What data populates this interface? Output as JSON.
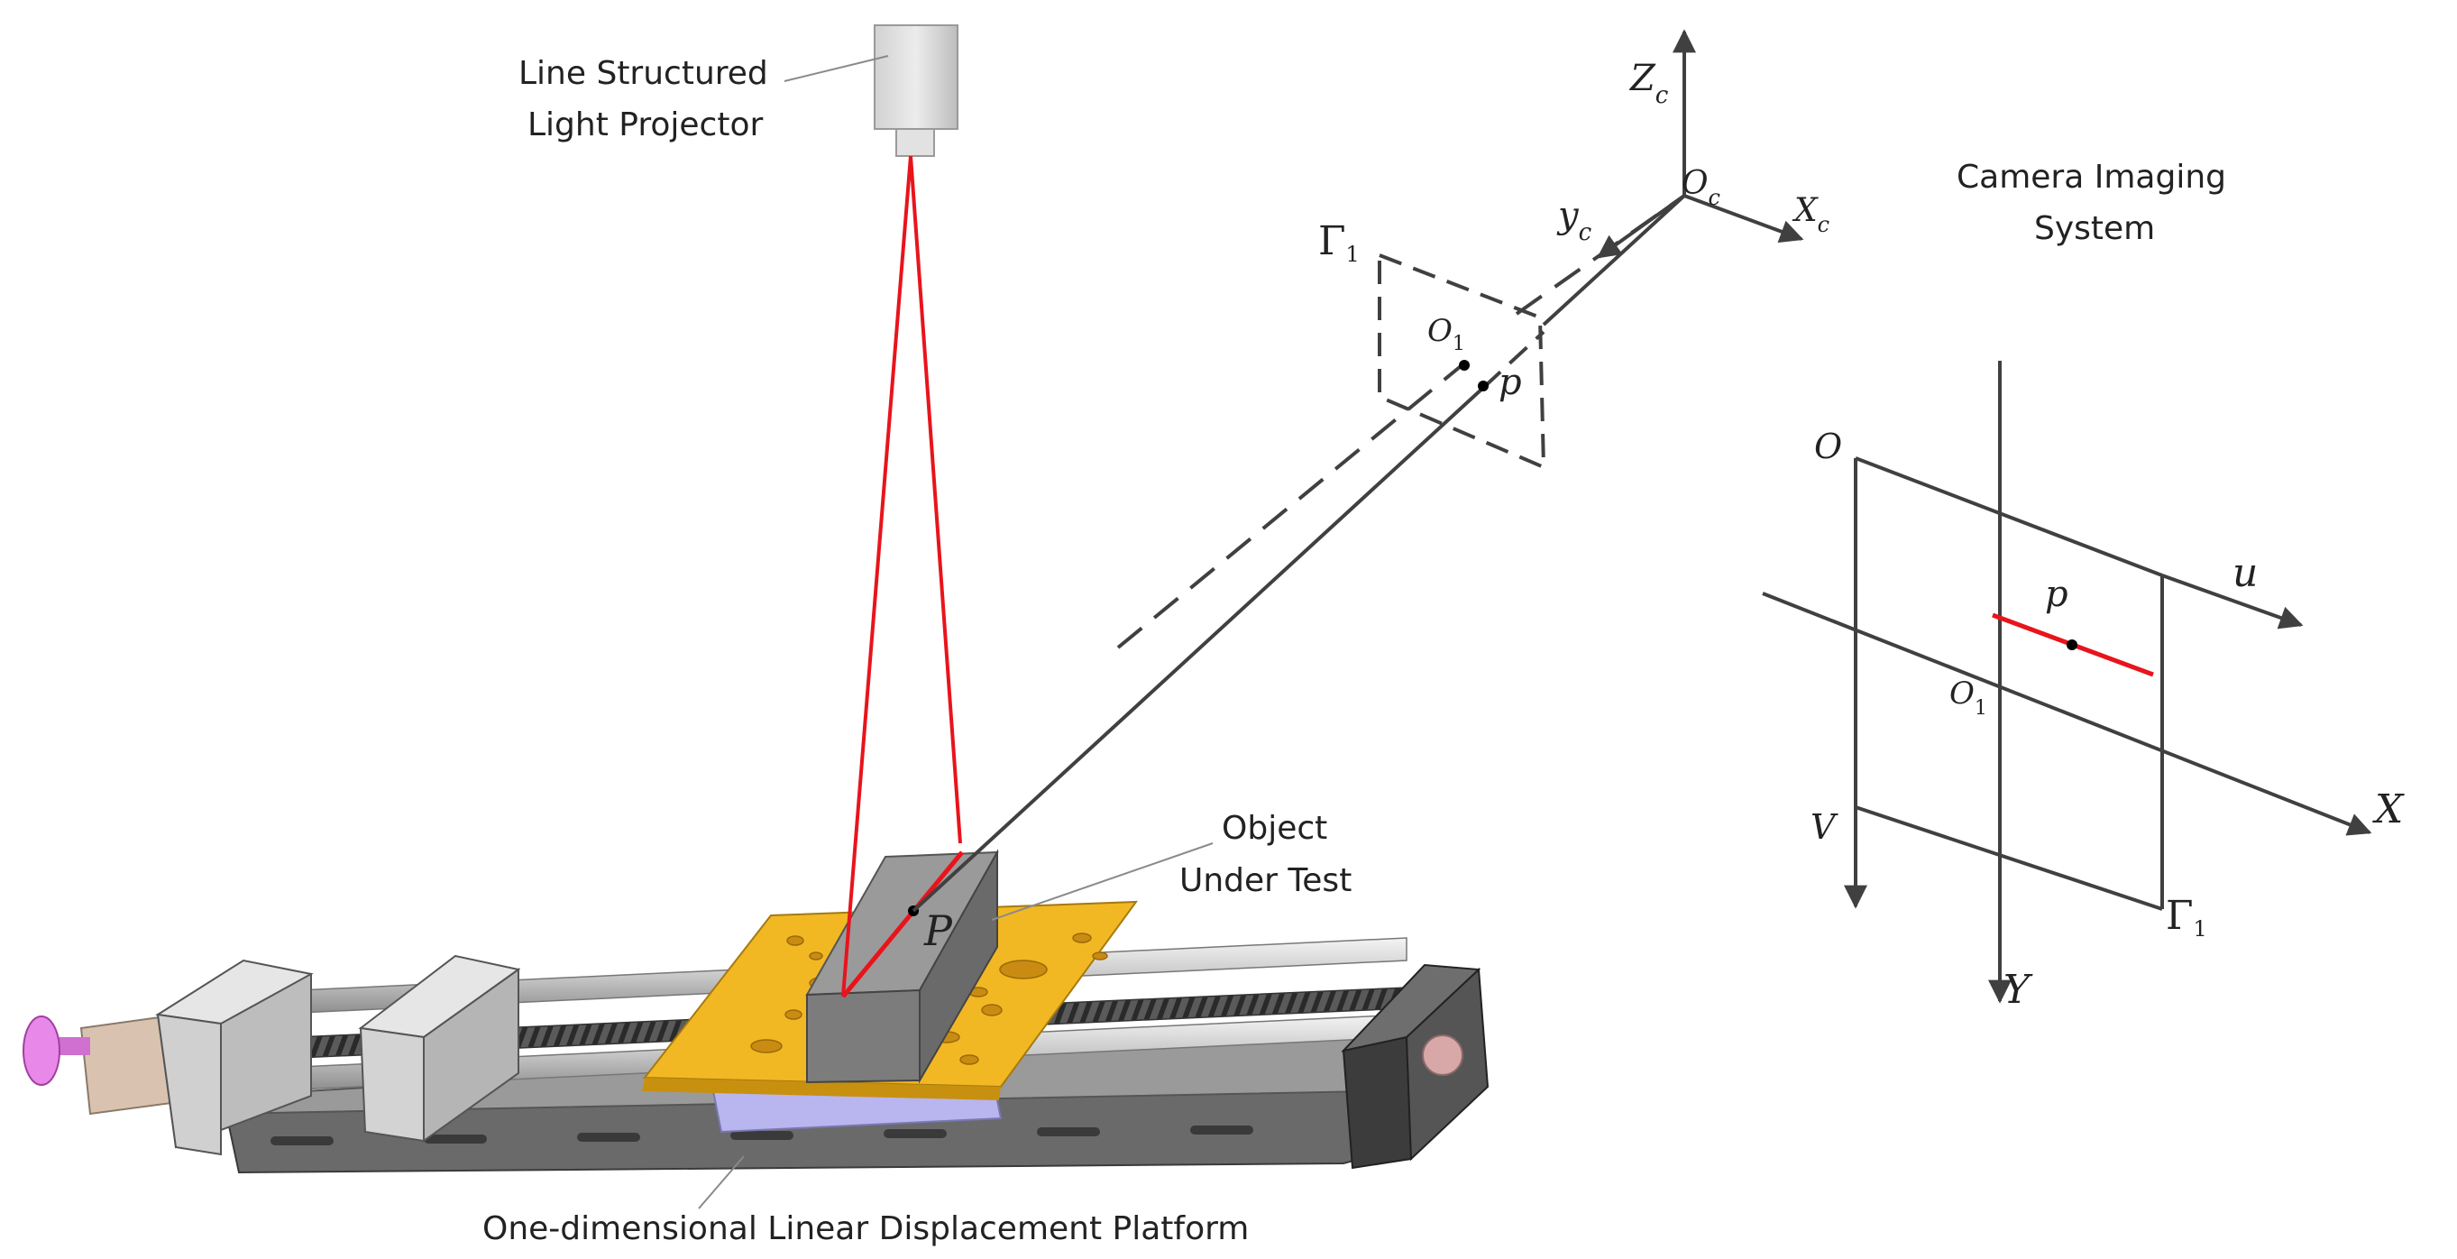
{
  "labels": {
    "projector_line1": "Line Structured",
    "projector_line2": "Light Projector",
    "object_line1": "Object",
    "object_line2": "Under Test",
    "platform": "One-dimensional Linear Displacement Platform",
    "camera_line1": "Camera Imaging",
    "camera_line2": "System"
  },
  "symbols": {
    "Zc_main": "Z",
    "Zc_sub": "c",
    "Oc_main": "O",
    "Oc_sub": "c",
    "Xc_main": "X",
    "Xc_sub": "c",
    "Yc_main": "y",
    "Yc_sub": "c",
    "Gamma1_main": "Γ",
    "Gamma1_sub": "1",
    "O1_main": "O",
    "O1_sub": "1",
    "p_small": "p",
    "P_big": "P",
    "O_origin": "O",
    "u_axis": "u",
    "V_axis": "V",
    "X_axis": "X",
    "Y_axis": "Y",
    "p_right": "p",
    "O1r_main": "O",
    "O1r_sub": "1",
    "Gamma1r_main": "Γ",
    "Gamma1r_sub": "1"
  },
  "colors": {
    "laser": "#e8141c",
    "axis": "#404040",
    "plate": "#f2b823",
    "block": "#8a8a8a",
    "motor": "#e888e8"
  }
}
